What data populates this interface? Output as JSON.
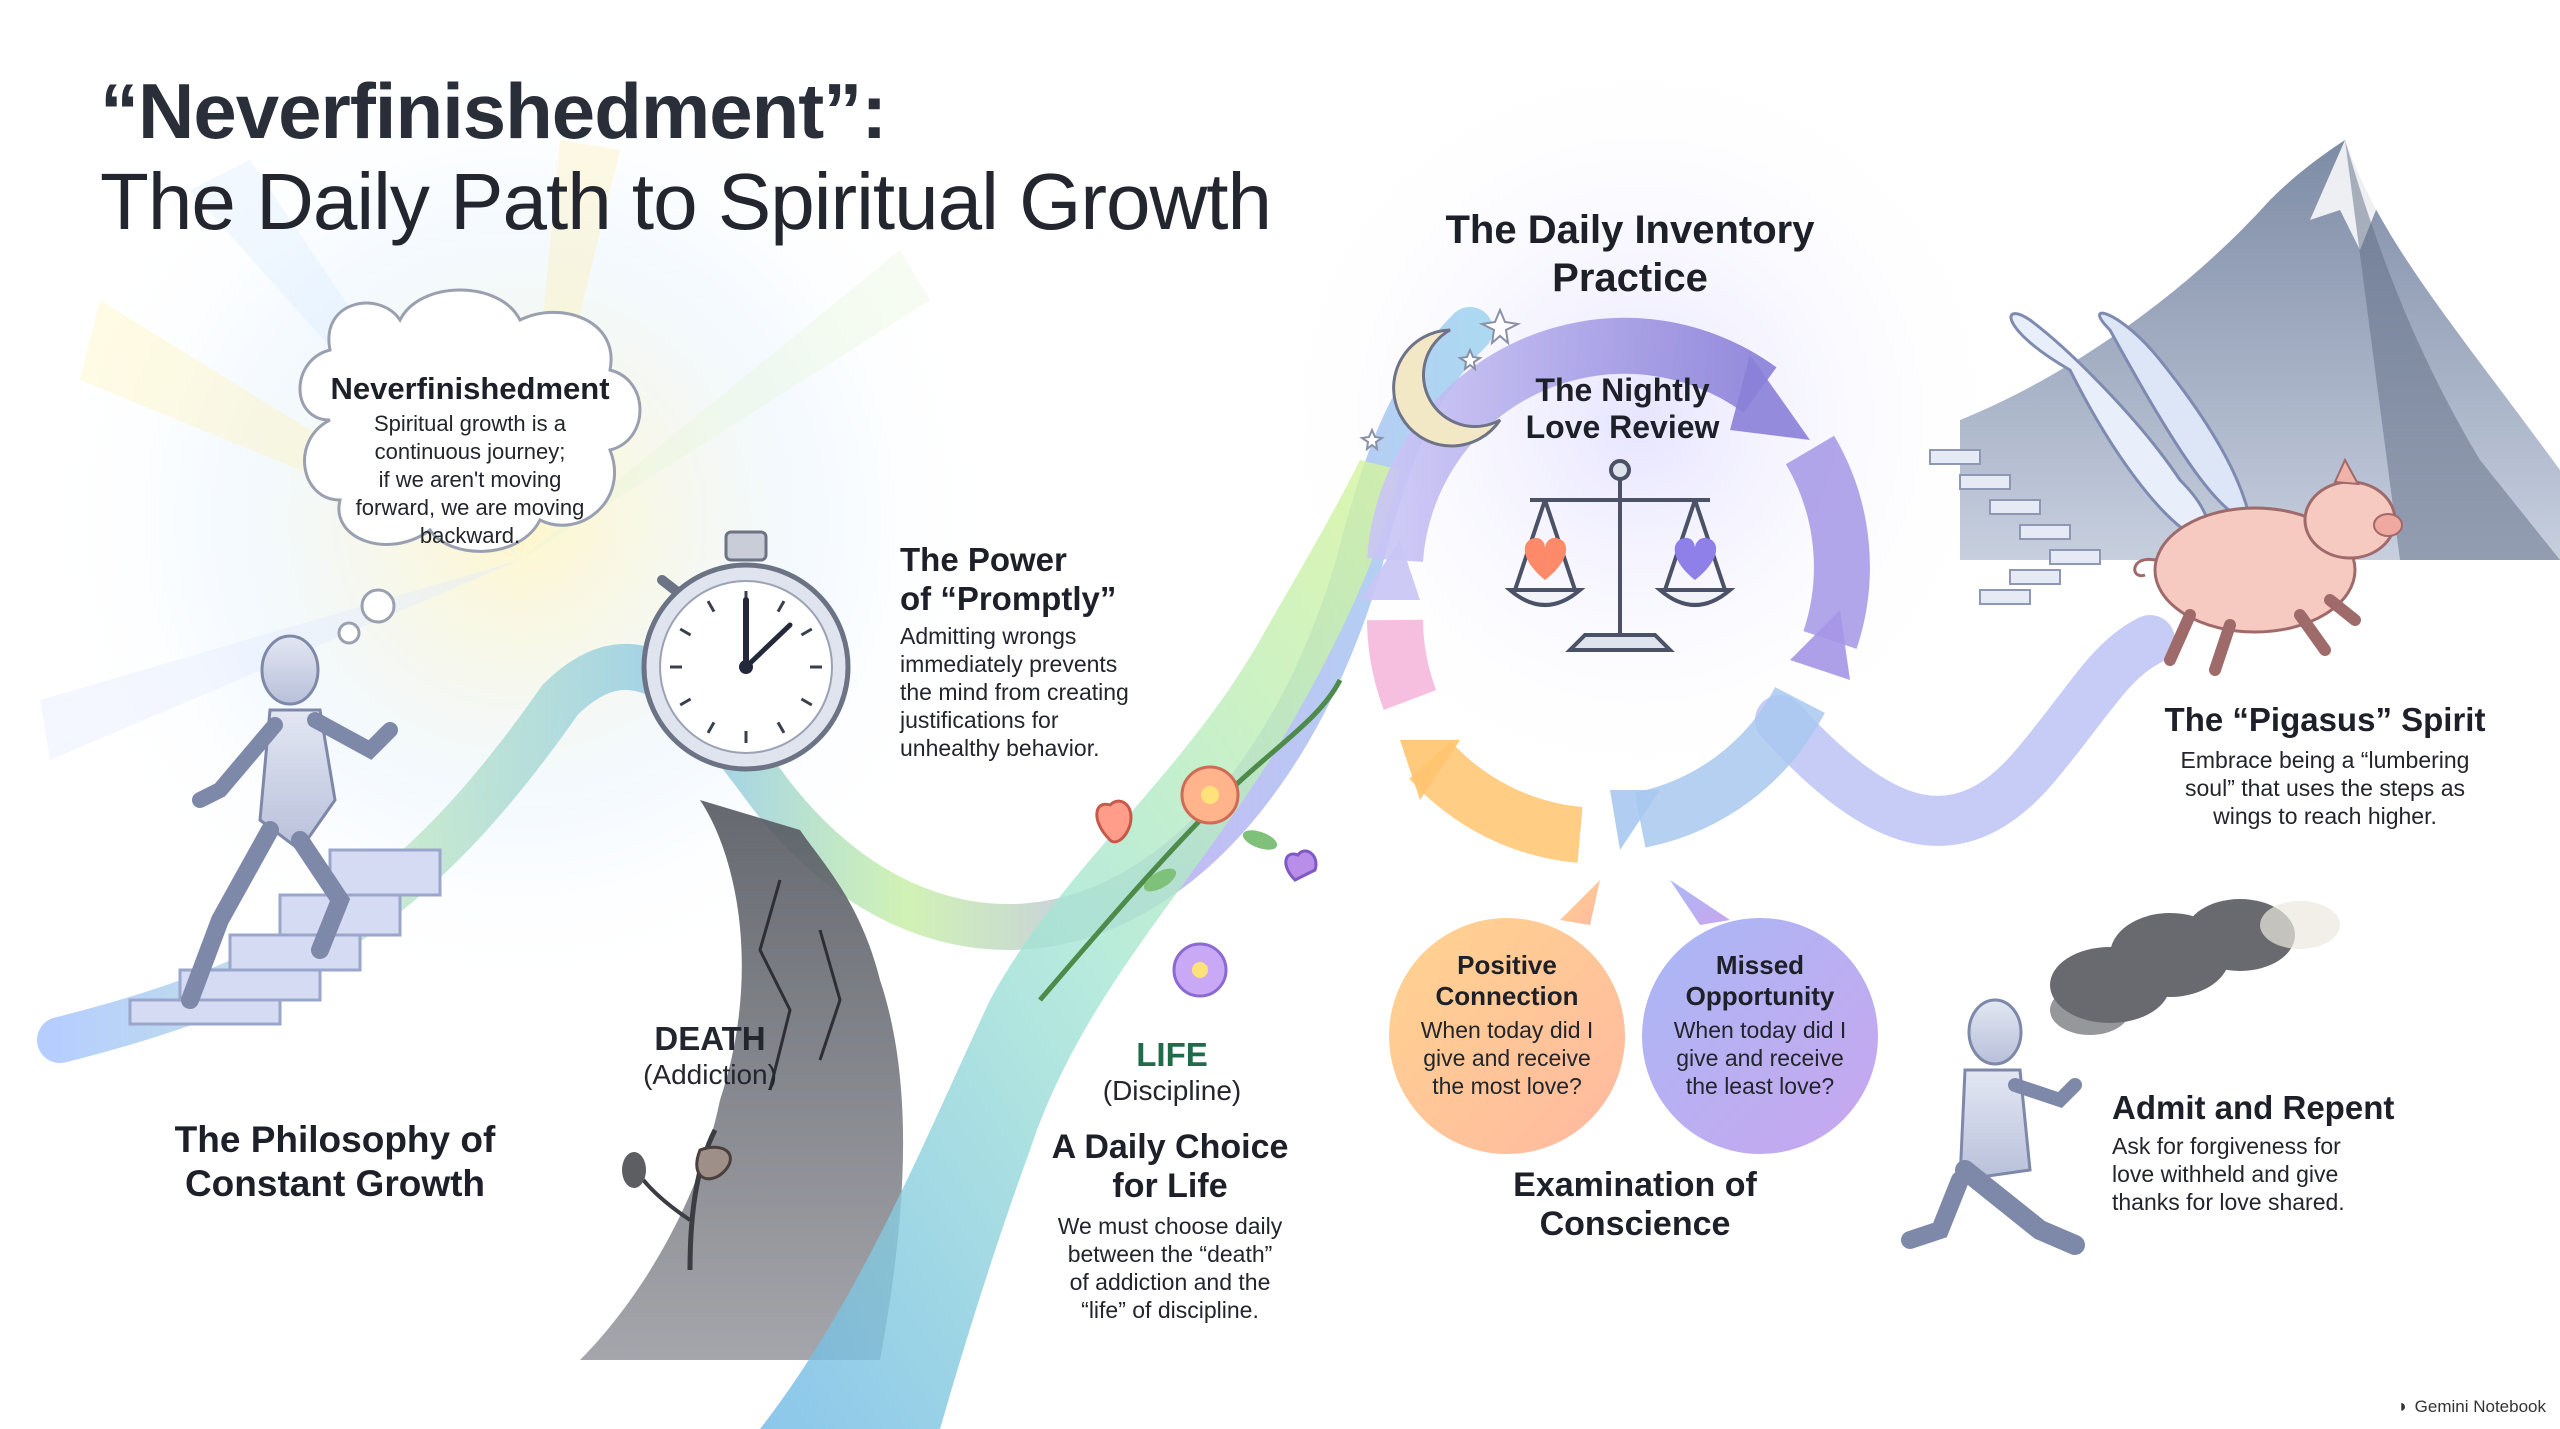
{
  "title": {
    "line1": "“Neverfinishedment”:",
    "line2": "The Daily Path to Spiritual Growth"
  },
  "philosophy": {
    "heading_line1": "The Philosophy of",
    "heading_line2": "Constant Growth"
  },
  "thought_bubble": {
    "heading": "Neverfinishedment",
    "body_lines": [
      "Spiritual growth is a",
      "continuous journey;",
      "if we aren't moving",
      "forward, we are moving",
      "backward."
    ]
  },
  "promptly": {
    "heading_line1": "The Power",
    "heading_line2": "of “Promptly”",
    "body_lines": [
      "Admitting wrongs",
      "immediately prevents",
      "the mind from creating",
      "justifications for",
      "unhealthy behavior."
    ]
  },
  "death": {
    "label": "DEATH",
    "sublabel": "(Addiction)"
  },
  "life": {
    "label": "LIFE",
    "sublabel": "(Discipline)"
  },
  "daily_choice": {
    "heading_line1": "A Daily Choice",
    "heading_line2": "for Life",
    "body_lines": [
      "We must choose daily",
      "between the “death”",
      "of addiction and the",
      "“life” of discipline."
    ]
  },
  "inventory": {
    "heading_line1": "The Daily Inventory",
    "heading_line2": "Practice",
    "nightly_line1": "The Nightly",
    "nightly_line2": "Love Review"
  },
  "positive": {
    "heading_line1": "Positive",
    "heading_line2": "Connection",
    "body_lines": [
      "When today did I",
      "give and receive",
      "the most love?"
    ]
  },
  "missed": {
    "heading_line1": "Missed",
    "heading_line2": "Opportunity",
    "body_lines": [
      "When today did I",
      "give and receive",
      "the least love?"
    ]
  },
  "conscience": {
    "heading_line1": "Examination of",
    "heading_line2": "Conscience"
  },
  "pigasus": {
    "heading": "The “Pigasus” Spirit",
    "body_lines": [
      "Embrace being a “lumbering",
      "soul” that uses the steps as",
      "wings to reach higher."
    ]
  },
  "admit": {
    "heading": "Admit and Repent",
    "body_lines": [
      "Ask for forgiveness for",
      "love withheld and give",
      "thanks for love shared."
    ]
  },
  "brand": {
    "name": "Gemini Notebook"
  },
  "colors": {
    "heading": "#1d2028",
    "life_green": "#1f6b4a",
    "positive_fill": "#ffc98a",
    "missed_fill": "#b9a8f0",
    "cycle_purple": "#9a8ee6",
    "cycle_orange": "#ffc46e"
  }
}
